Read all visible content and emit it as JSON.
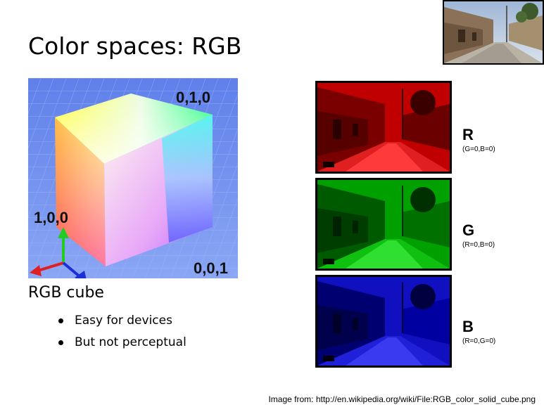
{
  "slide": {
    "title": "Color spaces: RGB",
    "subtitle": "RGB cube",
    "bullets": [
      "Easy for devices",
      "But not perceptual"
    ],
    "source": "Image from: http://en.wikipedia.org/wiki/File:RGB_color_solid_cube.png"
  },
  "cube": {
    "labels": {
      "top": "0,1,0",
      "left": "1,0,0",
      "bottom_right": "0,0,1"
    },
    "axis_colors": {
      "red": "#e02020",
      "green": "#22cc22",
      "blue": "#1a2fd6"
    },
    "background": "#6f8ff0"
  },
  "channels": [
    {
      "letter": "R",
      "note": "(G=0,B=0)",
      "tint": "#e00000"
    },
    {
      "letter": "G",
      "note": "(R=0,B=0)",
      "tint": "#00c800"
    },
    {
      "letter": "B",
      "note": "(R=0,G=0)",
      "tint": "#1010ff"
    }
  ]
}
